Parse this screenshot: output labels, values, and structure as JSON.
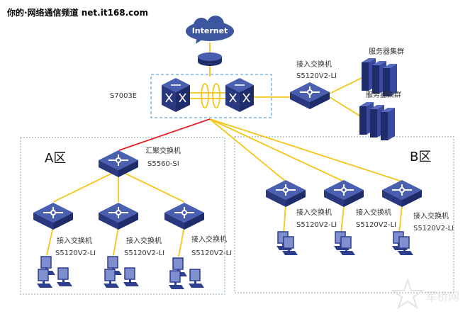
{
  "header": {
    "site_title": "你的·网络通信频道 net.it168.com"
  },
  "internet": {
    "label": "Internet"
  },
  "core": {
    "label": "S7003E"
  },
  "server_access": {
    "type": "接入交换机",
    "model": "S5120V2-LI"
  },
  "servers": [
    {
      "label": "服务器集群"
    },
    {
      "label": "服务器集群"
    }
  ],
  "zone_a": {
    "label": "A区",
    "aggregation": {
      "type": "汇聚交换机",
      "model": "S5560-SI"
    },
    "access": [
      {
        "type": "接入交换机",
        "model": "S5120V2-LI"
      },
      {
        "type": "接入交换机",
        "model": "S5120V2-LI"
      },
      {
        "type": "接入交换机",
        "model": "S5120V2-LI"
      }
    ]
  },
  "zone_b": {
    "label": "B区",
    "access": [
      {
        "type": "接入交换机",
        "model": "S5120V2-LI"
      },
      {
        "type": "接入交换机",
        "model": "S5120V2-LI"
      },
      {
        "type": "接入交换机",
        "model": "S5120V2-LI"
      }
    ]
  },
  "watermark": "军桥网",
  "colors": {
    "device": "#2e3f8f",
    "link": "#f5c518",
    "uplink_a": "#e8202a",
    "zone_border": "#8aa8a8",
    "core_box": "#3a8fd0"
  }
}
